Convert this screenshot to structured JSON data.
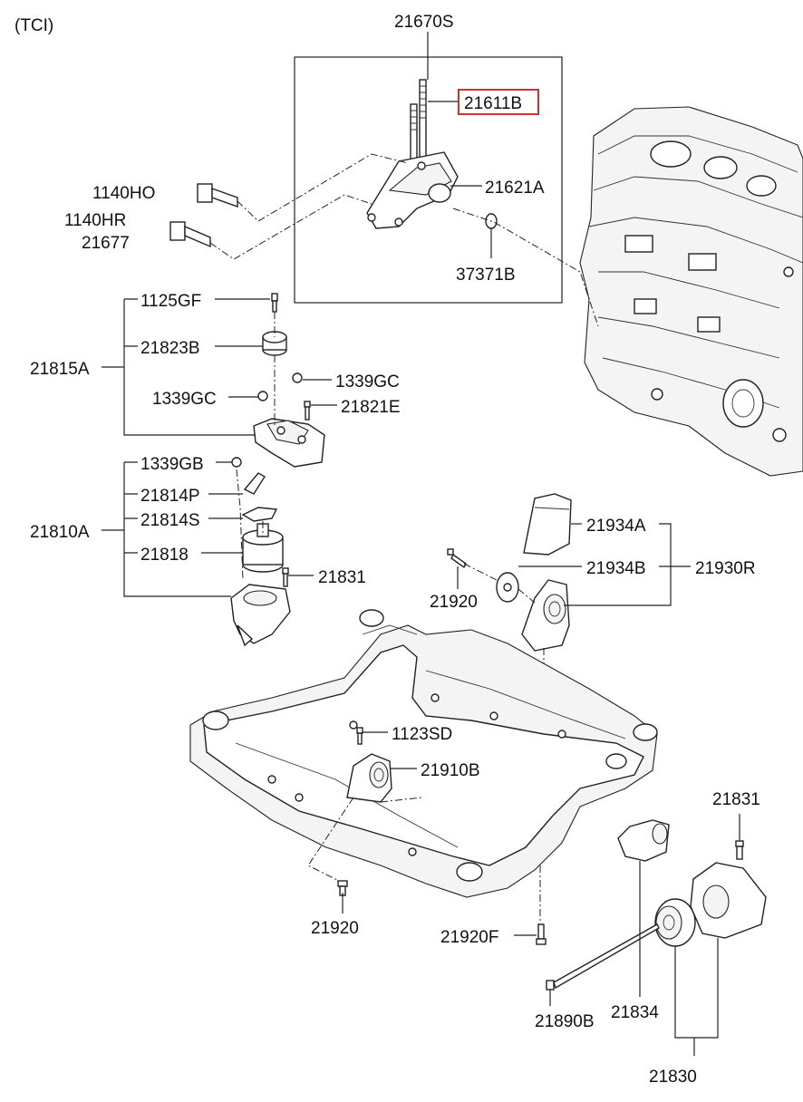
{
  "variant_label": "(TCI)",
  "highlight_color": "#d32f2f",
  "labels": {
    "p21670S": "21670S",
    "p21611B": "21611B",
    "p21621A": "21621A",
    "p37371B": "37371B",
    "p1140HO": "1140HO",
    "p1140HR": "1140HR",
    "p21677": "21677",
    "p1125GF": "1125GF",
    "p21823B": "21823B",
    "p21815A": "21815A",
    "p1339GC_right": "1339GC",
    "p1339GC_left": "1339GC",
    "p21821E": "21821E",
    "p1339GB": "1339GB",
    "p21814P": "21814P",
    "p21814S": "21814S",
    "p21810A": "21810A",
    "p21818": "21818",
    "p21831_upper": "21831",
    "p21934A": "21934A",
    "p21934B": "21934B",
    "p21930R": "21930R",
    "p21920_upper": "21920",
    "p1123SD": "1123SD",
    "p21910B": "21910B",
    "p21920_lower": "21920",
    "p21920F": "21920F",
    "p21831_lower": "21831",
    "p21890B": "21890B",
    "p21834": "21834",
    "p21830": "21830"
  }
}
